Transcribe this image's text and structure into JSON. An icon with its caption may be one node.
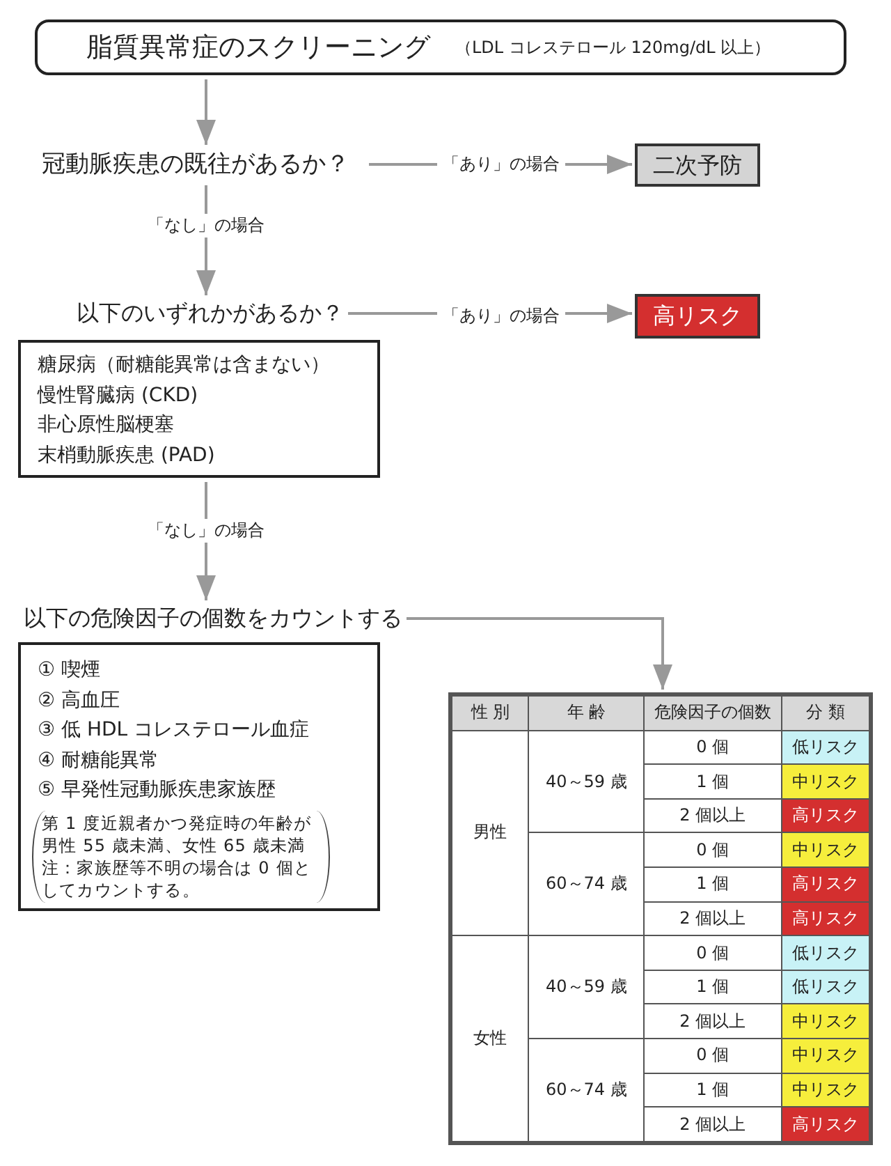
{
  "diagram": {
    "nodes": [
      {
        "text": [
          "脂質異常症のスクリーニング",
          "（LDL コレステロール 120mg/dL 以上）"
        ]
      },
      {
        "text": [
          "冠動脈疾患の既往があるか？"
        ]
      },
      {
        "text": [
          "二次予防"
        ]
      },
      {
        "text": [
          "以下のいずれかがあるか？",
          "糖尿病（耐糖能異常は含まない）",
          "慢性腎臓病 (CKD)",
          "非心原性脳梗塞",
          "末梢動脈疾患 (PAD)"
        ]
      },
      {
        "text": [
          "高リスク"
        ]
      },
      {
        "text": [
          "以下の危険因子の個数をカウントする",
          "① 喫煙",
          "② 高血圧",
          "③ 低 HDL コレステロール血症",
          "④ 耐糖能異常",
          "⑤ 早発性冠動脈疾患家族歴",
          "第 1 度近親者かつ発症時の年齢が男性 55 歳未満、女性 65 歳未満",
          "注：家族歴等不明の場合は 0 個としてカウントする。"
        ]
      },
      {
        "text": [],
        "shape": "box"
      }
    ],
    "edges": [
      {
        "from": 0,
        "to": 1,
        "arrow": "to"
      },
      {
        "from": 1,
        "to": 2,
        "arrow": "to",
        "label": "「あり」の場合"
      },
      {
        "from": 1,
        "to": 3,
        "arrow": "to",
        "label": "「なし」の場合"
      },
      {
        "from": 3,
        "to": 4,
        "arrow": "to",
        "label": "「あり」の場合"
      },
      {
        "from": 3,
        "to": 5,
        "arrow": "to",
        "label": "「なし」の場合"
      },
      {
        "from": 5,
        "to": 6,
        "arrow": "to"
      }
    ],
    "labels": [
      "性 別",
      "年 齢",
      "危険因子の個数",
      "分 類",
      "男性",
      "40～59 歳",
      "0 個",
      "低リスク",
      "1 個",
      "中リスク",
      "2 個以上",
      "高リスク",
      "60～74 歳",
      "0 個",
      "中リスク",
      "1 個",
      "高リスク",
      "2 個以上",
      "高リスク",
      "女性",
      "40～59 歳",
      "0 個",
      "低リスク",
      "1 個",
      "低リスク",
      "2 個以上",
      "中リスク",
      "60～74 歳",
      "0 個",
      "中リスク",
      "1 個",
      "中リスク",
      "2 個以上",
      "高リスク"
    ]
  }
}
